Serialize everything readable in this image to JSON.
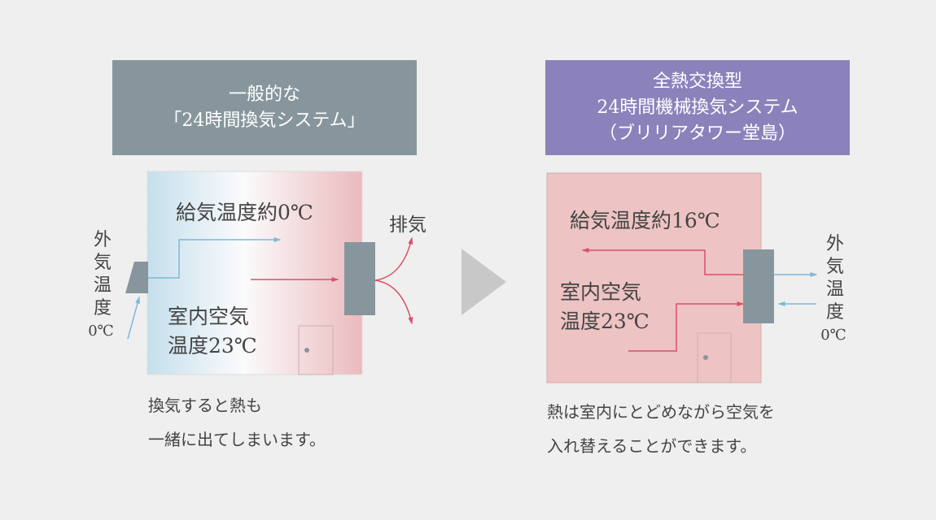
{
  "left": {
    "header": [
      "一般的な",
      "「24時間換気システム」"
    ],
    "supply_temp": "給気温度約0℃",
    "indoor": [
      "室内空気",
      "温度23℃"
    ],
    "outdoor": [
      "外",
      "気",
      "温",
      "度",
      "0℃"
    ],
    "exhaust": "排気",
    "caption": [
      "換気すると熱も",
      "一緒に出てしまいます。"
    ]
  },
  "right": {
    "header": [
      "全熱交換型",
      "24時間機械換気システム",
      "（ブリリアタワー堂島）"
    ],
    "supply_temp": "給気温度約16℃",
    "indoor": [
      "室内空気",
      "温度23℃"
    ],
    "outdoor": [
      "外",
      "気",
      "温",
      "度",
      "0℃"
    ],
    "caption": [
      "熱は室内にとどめながら空気を",
      "入れ替えることができます。"
    ]
  },
  "colors": {
    "left_header": "#87969c",
    "right_header": "#8b82bb",
    "warm": "#d9506a",
    "cold": "#7cb8da",
    "unit": "#87969c"
  }
}
